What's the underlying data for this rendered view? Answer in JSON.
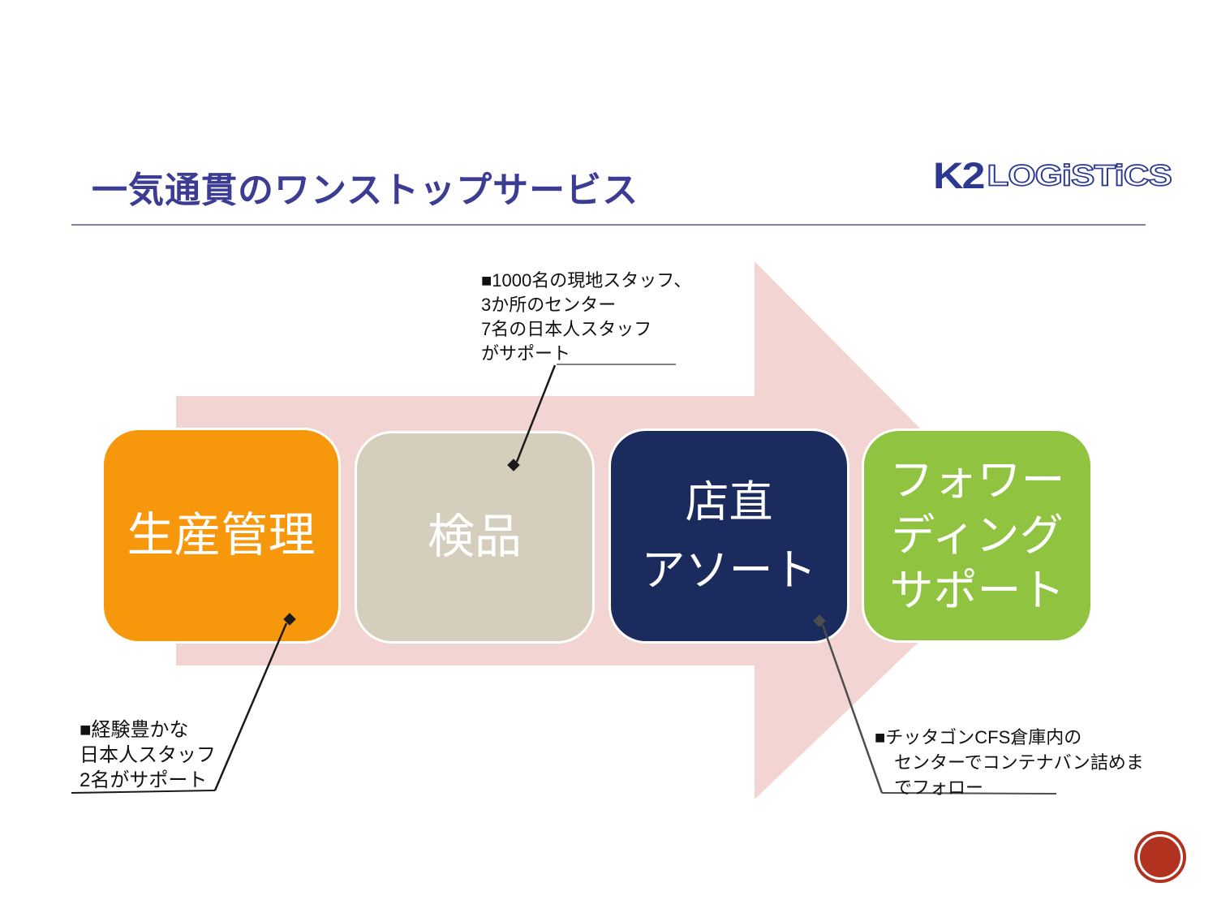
{
  "title": "一気通貫のワンストップサービス",
  "logo": {
    "k2": "K2",
    "logistics": "LOGiSTiCS"
  },
  "boxes": [
    {
      "id": "production-management",
      "lines": [
        "生産管理"
      ]
    },
    {
      "id": "inspection",
      "lines": [
        "検品"
      ]
    },
    {
      "id": "store-direct-assort",
      "lines": [
        "店直",
        "アソート"
      ]
    },
    {
      "id": "forwarding-support",
      "lines": [
        "フォワー",
        "ディング",
        "サポート"
      ]
    }
  ],
  "annotations": {
    "inspection_note": {
      "lines": [
        "■1000名の現地スタッフ、",
        "3か所のセンター",
        "7名の日本人スタッフ",
        "がサポート"
      ]
    },
    "production_note": {
      "lines": [
        "■経験豊かな",
        "日本人スタッフ",
        "2名がサポート"
      ]
    },
    "assort_note": {
      "lines": [
        "■チッタゴンCFS倉庫内の",
        "センターでコンテナバン詰めま",
        "でフォロー"
      ]
    }
  },
  "colors": {
    "title_text": "#3C3C94",
    "logo_navy": "#2B3990",
    "rule_gray": "#8080A0",
    "arrow_pink": "#F2D5D2",
    "box_production": "#F7970C",
    "box_inspection": "#D6CEBD",
    "box_assort": "#1B2B5D",
    "box_forwarding": "#90C440",
    "connector_black": "#1A1A1A",
    "connector_gray": "#7F7F7F",
    "connector_dark_gray": "#4D4D4D",
    "seal_red": "#B23220"
  }
}
